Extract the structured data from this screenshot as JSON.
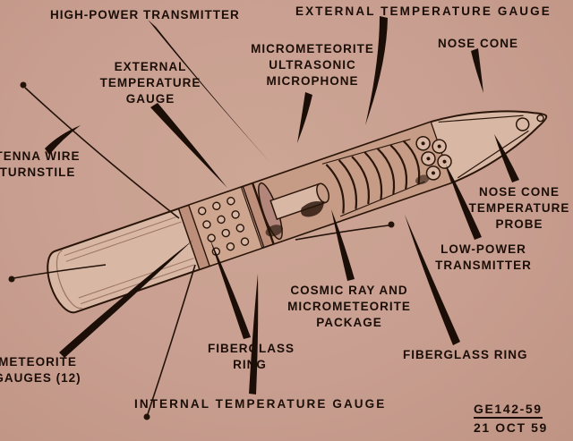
{
  "colors": {
    "background": "#c89e90",
    "ink": "#1b0e07",
    "body_fill": "#d9b7a5",
    "interior_fill": "#c69c87",
    "ring_fill": "#bd8f7b"
  },
  "labels": [
    {
      "name": "high-power-transmitter",
      "text": "HIGH-POWER TRANSMITTER"
    },
    {
      "name": "external-temperature-gauge-top",
      "text": "EXTERNAL TEMPERATURE GAUGE"
    },
    {
      "name": "micrometeorite-ultrasonic-microphone",
      "text": "MICROMETEORITE\nULTRASONIC\nMICROPHONE"
    },
    {
      "name": "nose-cone",
      "text": "NOSE CONE"
    },
    {
      "name": "external-temperature-gauge-left",
      "text": "EXTERNAL\nTEMPERATURE\nGAUGE"
    },
    {
      "name": "antenna-wire-turnstile",
      "text": "TENNA WIRE\nTURNSTILE"
    },
    {
      "name": "nose-cone-temperature-probe",
      "text": "NOSE CONE\nTEMPERATURE\nPROBE"
    },
    {
      "name": "low-power-transmitter",
      "text": "LOW-POWER\nTRANSMITTER"
    },
    {
      "name": "cosmic-ray-micrometeorite-package",
      "text": "COSMIC RAY AND\nMICROMETEORITE\nPACKAGE"
    },
    {
      "name": "fiberglass-ring-left",
      "text": "FIBERGLASS\nRING"
    },
    {
      "name": "fiberglass-ring-right",
      "text": "FIBERGLASS RING"
    },
    {
      "name": "micrometeorite-gauges",
      "text": "METEORITE\nGAUGES (12)"
    },
    {
      "name": "internal-temperature-gauge",
      "text": "INTERNAL TEMPERATURE GAUGE"
    }
  ],
  "stamp": {
    "line1": "GE142-59",
    "line2": "21 OCT 59"
  }
}
